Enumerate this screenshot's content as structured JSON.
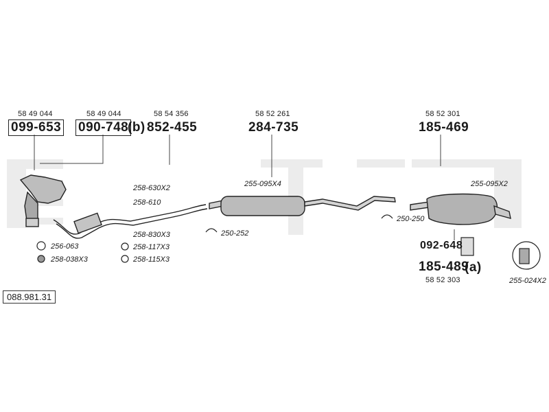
{
  "diagram_id": "088.981.31",
  "parts": {
    "p1": {
      "oe": "58 49 044",
      "number": "099-653"
    },
    "p2": {
      "oe": "58 49 044",
      "number": "090-748",
      "suffix": "(b)"
    },
    "p3": {
      "oe": "58 54 356",
      "number": "852-455"
    },
    "p4": {
      "oe": "58 52 261",
      "number": "284-735"
    },
    "p5": {
      "oe": "58 52 301",
      "number": "185-469"
    },
    "p6": {
      "oe": "58 52 303",
      "number": "185-489",
      "suffix": "(a)"
    },
    "p7": {
      "number": "092-648"
    }
  },
  "accessories": {
    "a1": "258-630X2",
    "a2": "258-610",
    "a3": "258-830X3",
    "a4": "258-117X3",
    "a5": "258-115X3",
    "a6": "256-063",
    "a7": "258-038X3",
    "a8": "255-095X4",
    "a9": "250-252",
    "a10": "255-095X2",
    "a11": "250-250",
    "a12": "255-024X2"
  },
  "colors": {
    "ink": "#222222",
    "part_fill": "#b9b9b9",
    "watermark": "#ececec"
  }
}
